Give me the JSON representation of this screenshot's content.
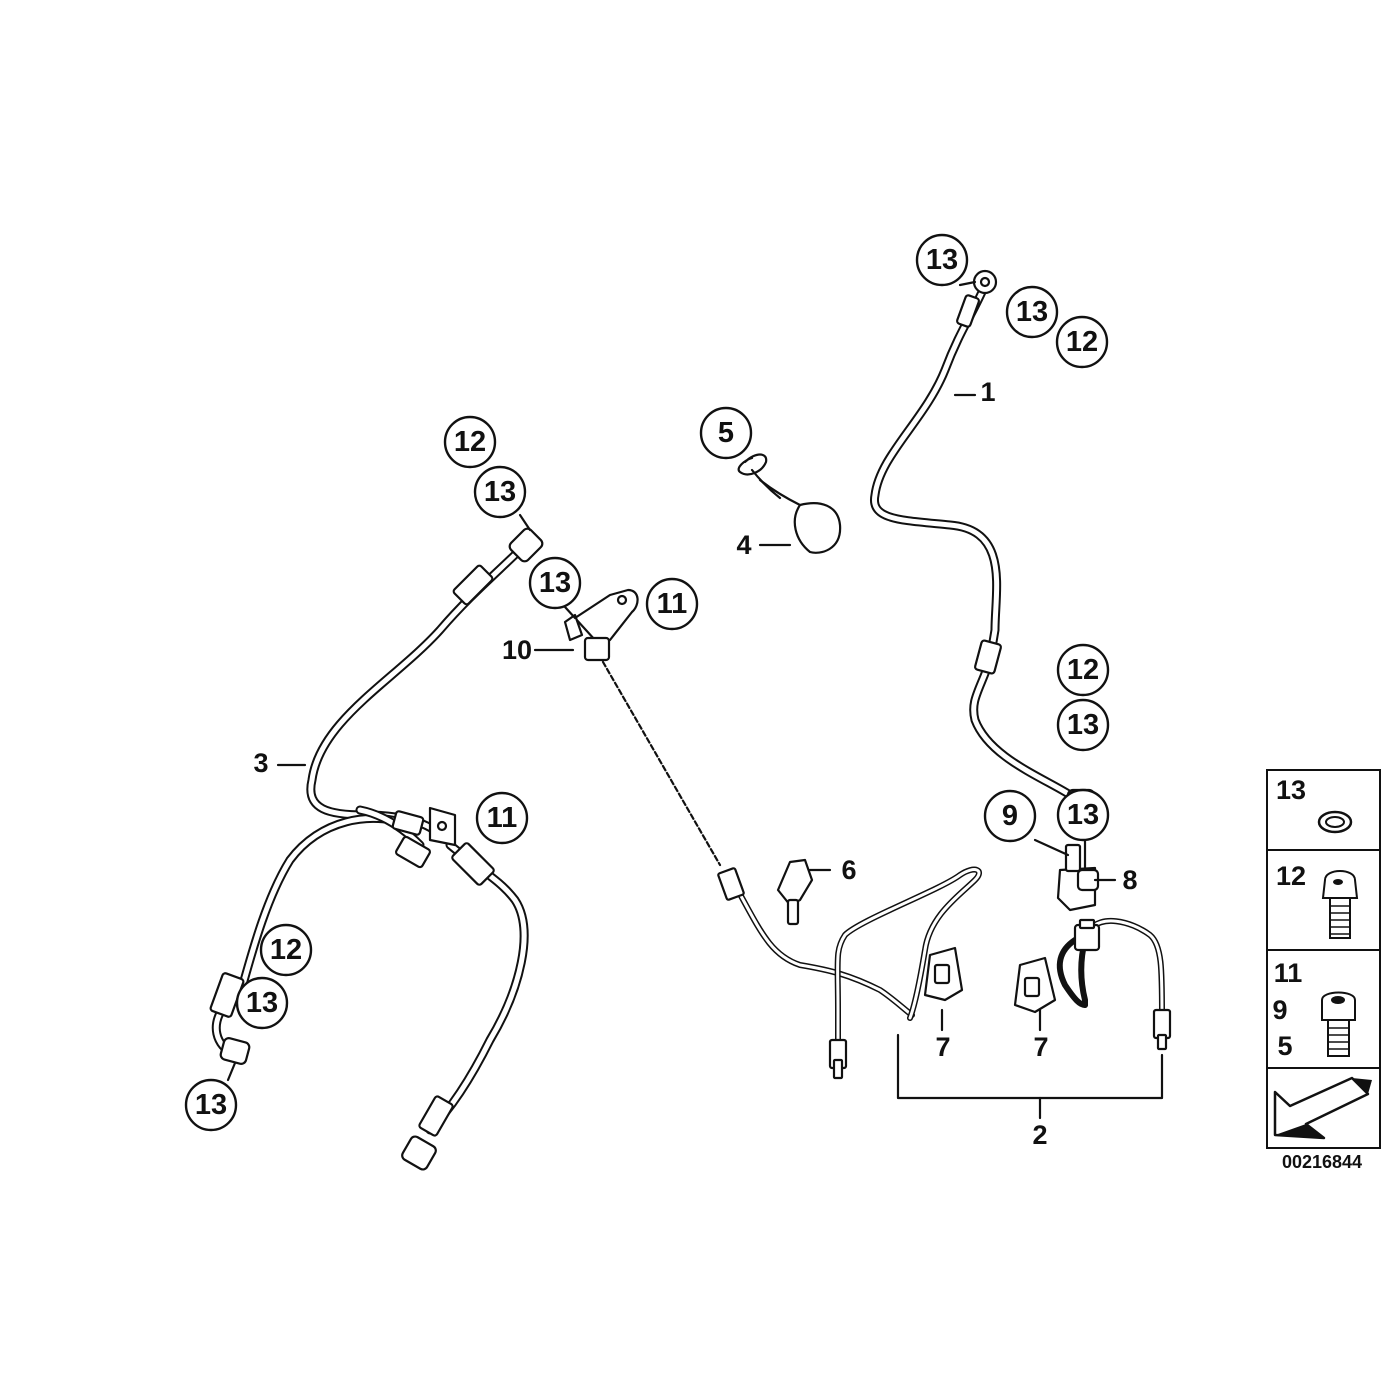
{
  "diagram": {
    "callouts": {
      "c_13_top": "13",
      "c_13_topright": "13",
      "c_12_topright": "12",
      "c_1": "1",
      "c_5": "5",
      "c_4": "4",
      "c_12_left": "12",
      "c_13_left": "13",
      "c_13_mid": "13",
      "c_11_top": "11",
      "c_10": "10",
      "c_3": "3",
      "c_11_mid": "11",
      "c_12_lower": "12",
      "c_13_lower": "13",
      "c_13_bottom": "13",
      "c_6": "6",
      "c_12_right": "12",
      "c_13_right": "13",
      "c_9": "9",
      "c_13_right2": "13",
      "c_8": "8",
      "c_7a": "7",
      "c_7b": "7",
      "c_2": "2"
    },
    "legend": {
      "row1": [
        "13"
      ],
      "row2": [
        "12"
      ],
      "row3": [
        "11",
        "9",
        "5"
      ]
    },
    "diagram_id": "00216844"
  }
}
